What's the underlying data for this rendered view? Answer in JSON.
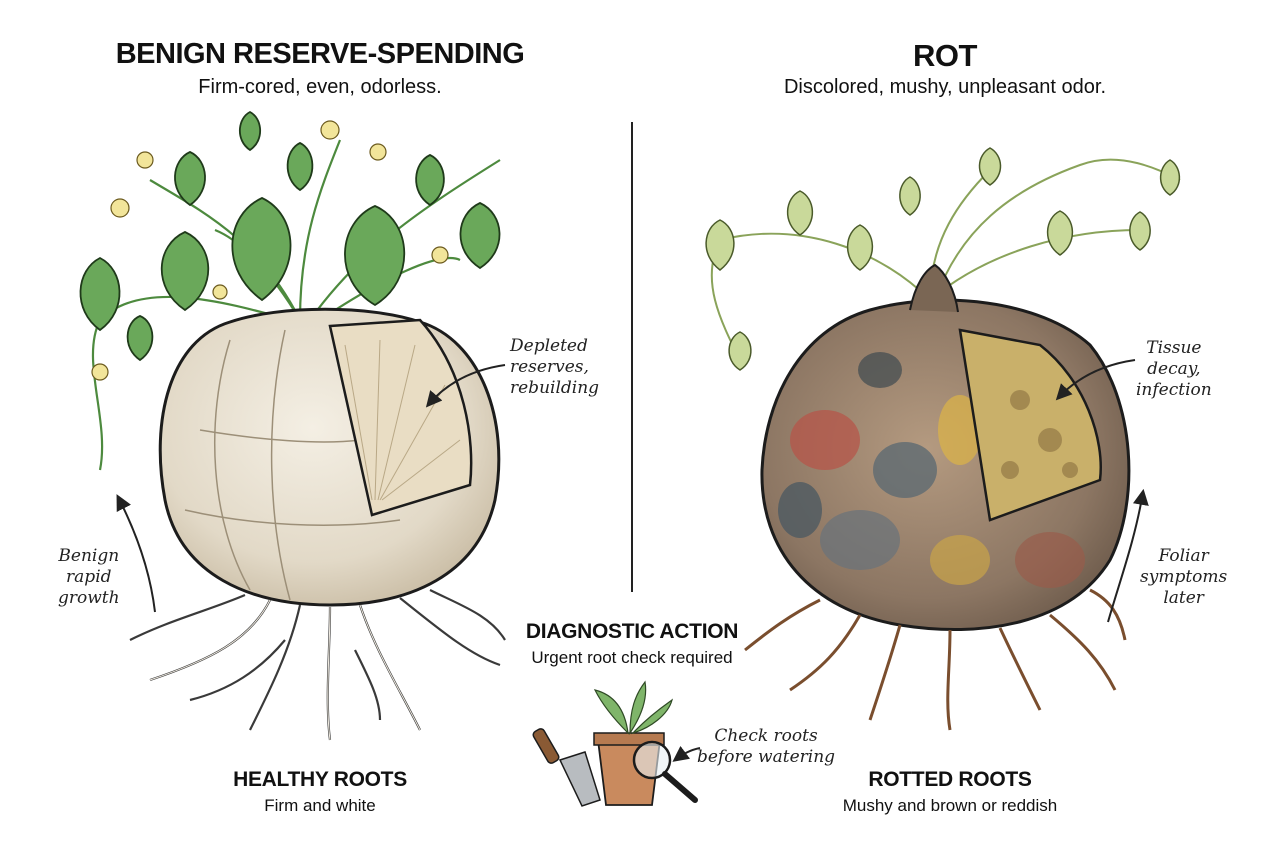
{
  "left": {
    "title": "BENIGN RESERVE-SPENDING",
    "subtitle": "Firm-cored, even, odorless.",
    "callout_lines": [
      "Depleted",
      "reserves,",
      "rebuilding"
    ],
    "side_note_lines": [
      "Benign",
      "rapid",
      "growth"
    ],
    "roots_title": "HEALTHY ROOTS",
    "roots_subtitle": "Firm and white"
  },
  "right": {
    "title": "ROT",
    "subtitle": "Discolored, mushy, unpleasant odor.",
    "callout_lines": [
      "Tissue",
      "decay,",
      "infection"
    ],
    "side_note_lines": [
      "Foliar",
      "symptoms",
      "later"
    ],
    "roots_title": "ROTTED ROOTS",
    "roots_subtitle": "Mushy and brown or reddish"
  },
  "center": {
    "title": "DIAGNOSTIC ACTION",
    "subtitle": "Urgent root check required",
    "callout_lines": [
      "Check roots",
      "before watering"
    ]
  },
  "colors": {
    "healthy_tuber": "#e7dfd0",
    "healthy_leaf": "#6aa85a",
    "flower": "#f2e59a",
    "rot_tuber": "#9a8570",
    "rot_red": "#b5554a",
    "rot_yellow": "#d9b24a",
    "rot_leaf": "#c9d99a",
    "pot": "#c98a5e"
  },
  "icons": [
    "healthy-caudex-illustration",
    "rotting-caudex-illustration",
    "trowel-icon",
    "potted-plant-icon",
    "magnifier-icon"
  ]
}
